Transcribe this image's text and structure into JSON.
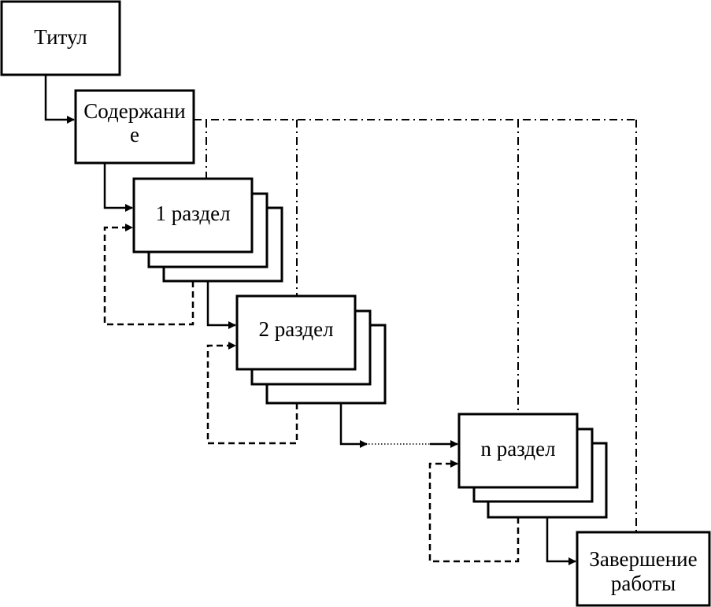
{
  "diagram": {
    "type": "flow",
    "nodes": {
      "title": {
        "label": "Титул"
      },
      "contents": {
        "label_line1": "Содержани",
        "label_line2": "е"
      },
      "section1": {
        "label": "1 раздел"
      },
      "section2": {
        "label": "2 раздел"
      },
      "sectionN": {
        "label": "n раздел"
      },
      "completion": {
        "label_line1": "Завершение",
        "label_line2": "работы"
      }
    },
    "edges": [
      {
        "from": "title",
        "to": "contents",
        "style": "solid"
      },
      {
        "from": "contents",
        "to": "section1",
        "style": "solid"
      },
      {
        "from": "section1",
        "to": "section1",
        "style": "dashed"
      },
      {
        "from": "section1",
        "to": "section2",
        "style": "solid"
      },
      {
        "from": "section2",
        "to": "section2",
        "style": "dashed"
      },
      {
        "from": "section2",
        "to": "sectionN",
        "style": "dotted"
      },
      {
        "from": "sectionN",
        "to": "sectionN",
        "style": "dashed"
      },
      {
        "from": "sectionN",
        "to": "completion",
        "style": "solid"
      },
      {
        "from": "contents",
        "to": [
          "section1",
          "section2",
          "sectionN",
          "completion"
        ],
        "style": "dash-dot"
      }
    ]
  }
}
